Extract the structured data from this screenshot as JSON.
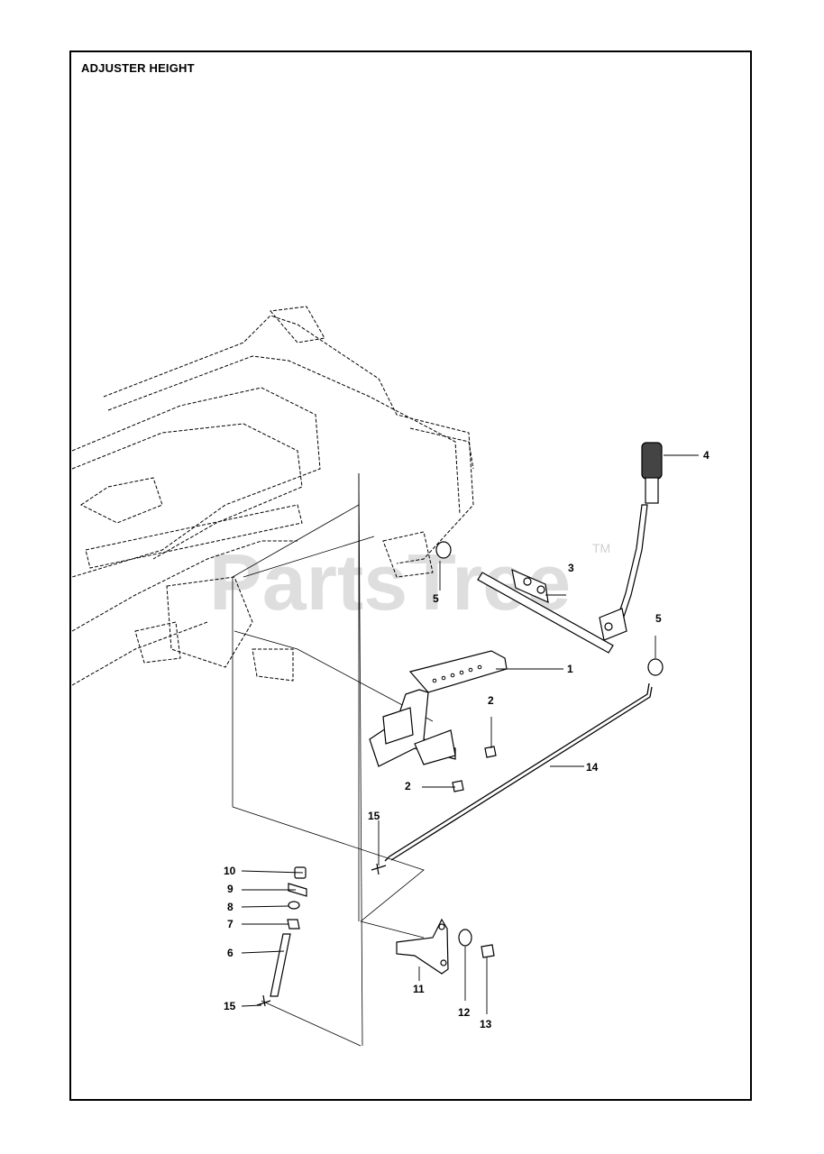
{
  "title": "ADJUSTER HEIGHT",
  "watermark": {
    "text": "PartsTree",
    "trademark": "TM"
  },
  "callouts": {
    "c1": "1",
    "c2a": "2",
    "c2b": "2",
    "c3": "3",
    "c4": "4",
    "c5a": "5",
    "c5b": "5",
    "c6": "6",
    "c7": "7",
    "c8": "8",
    "c9": "9",
    "c10": "10",
    "c11": "11",
    "c12": "12",
    "c13": "13",
    "c14": "14",
    "c15a": "15",
    "c15b": "15"
  }
}
